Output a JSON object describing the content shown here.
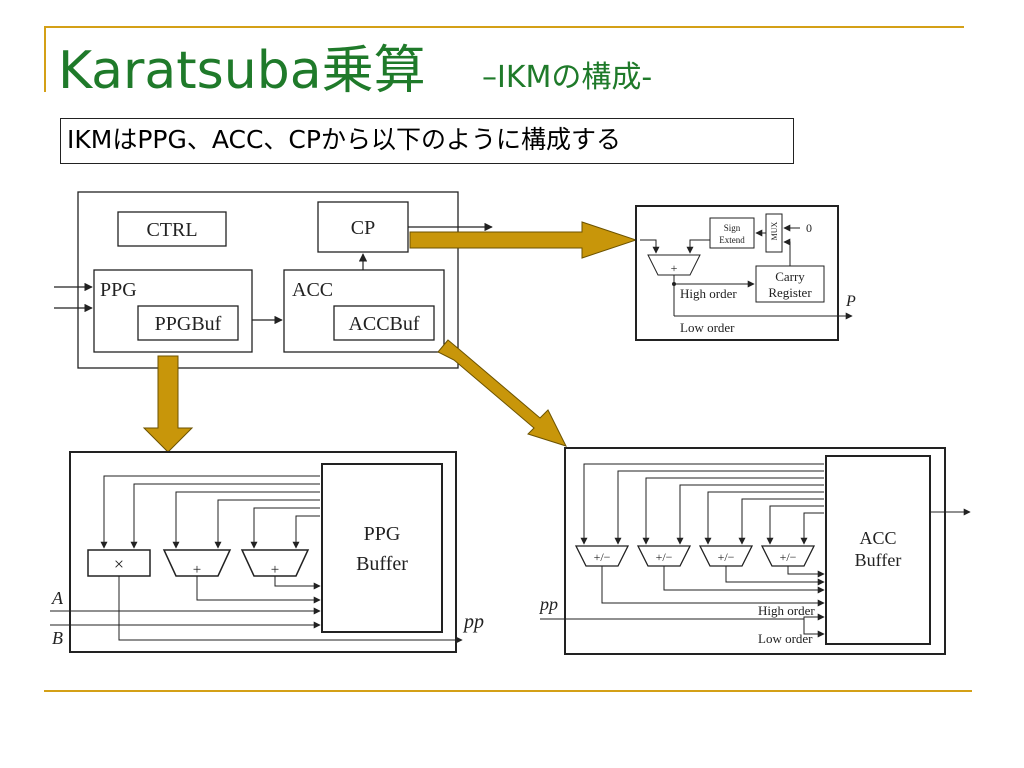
{
  "title": {
    "main": "Karatsuba乗算",
    "sub": "–IKMの構成-"
  },
  "callout": "IKMはPPG、ACC、CPから以下のように構成する",
  "colors": {
    "title": "#1f7a2a",
    "accent_line": "#d4a017",
    "arrow_fill": "#c8960a",
    "arrow_stroke": "#6b5200"
  },
  "top_block": {
    "ctrl": "CTRL",
    "cp": "CP",
    "ppg": "PPG",
    "ppgbuf": "PPGBuf",
    "acc": "ACC",
    "accbuf": "ACCBuf"
  },
  "cp_detail": {
    "sign_extend_1": "Sign",
    "sign_extend_2": "Extend",
    "mux": "MUX",
    "zero": "0",
    "plus": "+",
    "carry_1": "Carry",
    "carry_2": "Register",
    "high_order": "High order",
    "low_order": "Low order",
    "output": "P"
  },
  "ppg_detail": {
    "buffer_1": "PPG",
    "buffer_2": "Buffer",
    "mult": "×",
    "plus": "+",
    "input_a": "A",
    "input_b": "B",
    "output": "pp"
  },
  "acc_detail": {
    "buffer_1": "ACC",
    "buffer_2": "Buffer",
    "addsub": "+/−",
    "input": "pp",
    "high_order": "High order",
    "low_order": "Low order"
  }
}
